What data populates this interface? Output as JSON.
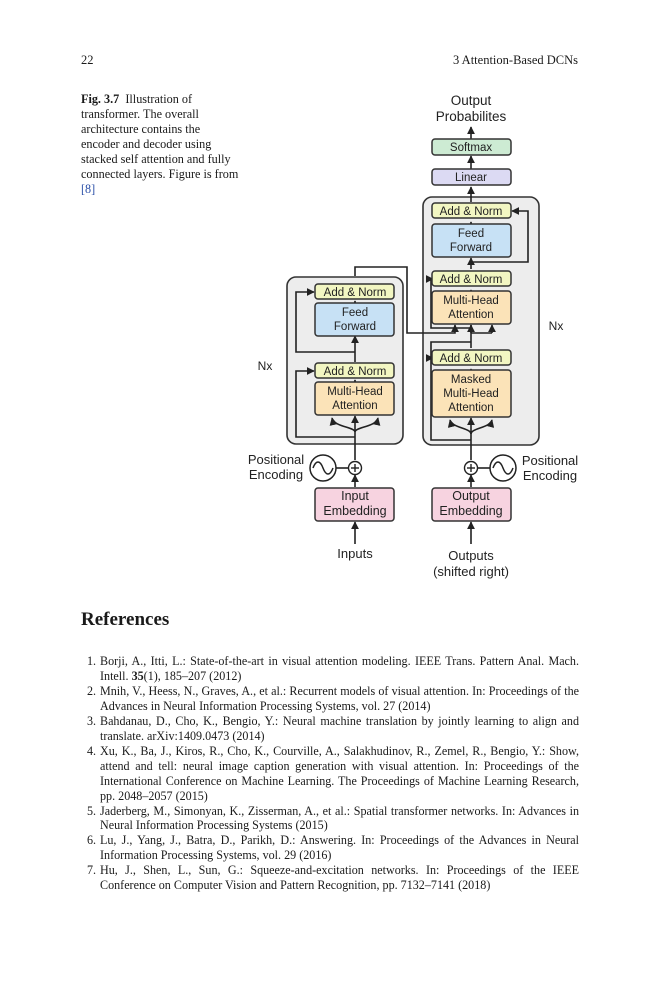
{
  "header": {
    "page_number": "22",
    "chapter": "3   Attention-Based DCNs"
  },
  "figure": {
    "label": "Fig. 3.7",
    "caption_text": "Illustration of transformer. The overall architecture contains the encoder and decoder using stacked self attention and fully connected layers. Figure is from",
    "caption_cite": "[8]",
    "diagram": {
      "output_title_line1": "Output",
      "output_title_line2": "Probabilites",
      "softmax": "Softmax",
      "linear": "Linear",
      "add_norm": "Add & Norm",
      "feed": "Feed",
      "forward": "Forward",
      "multi_head": "Multi-Head",
      "attention": "Attention",
      "masked": "Masked",
      "nx": "Nx",
      "positional": "Positional",
      "encoding": "Encoding",
      "input": "Input",
      "output": "Output",
      "embedding": "Embedding",
      "inputs": "Inputs",
      "outputs": "Outputs",
      "shifted_right": "(shifted right)",
      "colors": {
        "add_norm": "#f2f6c2",
        "feed_forward": "#c7e1f5",
        "attention": "#fbe3b8",
        "embedding": "#f7d3e0",
        "softmax": "#cdebd3",
        "linear": "#dcdaf3",
        "stack_bg": "#ededed"
      }
    }
  },
  "references": {
    "title": "References",
    "items": [
      {
        "num": "1.",
        "text": "Borji, A., Itti, L.: State-of-the-art in visual attention modeling. IEEE Trans. Pattern Anal. Mach. Intell.",
        "bold": "35",
        "tail": "(1), 185–207 (2012)"
      },
      {
        "num": "2.",
        "text": "Mnih, V., Heess, N., Graves, A., et al.: Recurrent models of visual attention. In: Proceedings of the Advances in Neural Information Processing Systems, vol. 27 (2014)"
      },
      {
        "num": "3.",
        "text": "Bahdanau, D., Cho, K., Bengio, Y.: Neural machine translation by jointly learning to align and translate. arXiv:1409.0473 (2014)"
      },
      {
        "num": "4.",
        "text": "Xu, K., Ba, J., Kiros, R., Cho, K., Courville, A., Salakhudinov, R., Zemel, R., Bengio, Y.: Show, attend and tell: neural image caption generation with visual attention. In: Proceedings of the International Conference on Machine Learning. The Proceedings of Machine Learning Research, pp. 2048–2057 (2015)"
      },
      {
        "num": "5.",
        "text": "Jaderberg, M., Simonyan, K., Zisserman, A., et al.: Spatial transformer networks. In: Advances in Neural Information Processing Systems (2015)"
      },
      {
        "num": "6.",
        "text": "Lu, J., Yang, J., Batra, D., Parikh, D.: Answering. In: Proceedings of the Advances in Neural Information Processing Systems, vol. 29 (2016)"
      },
      {
        "num": "7.",
        "text": "Hu, J., Shen, L., Sun, G.: Squeeze-and-excitation networks. In: Proceedings of the IEEE Conference on Computer Vision and Pattern Recognition, pp. 7132–7141 (2018)"
      }
    ]
  }
}
